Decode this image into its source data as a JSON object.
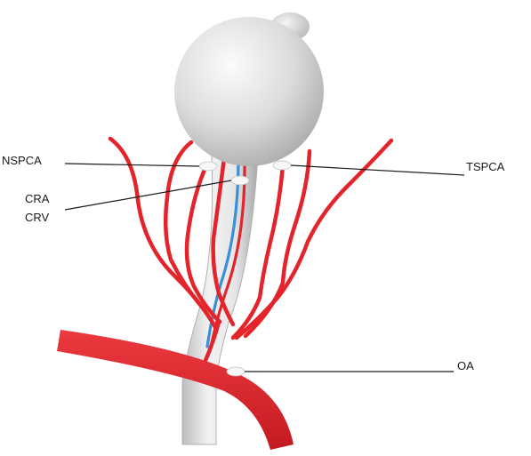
{
  "labels": {
    "nspca": "NSPCA",
    "cra": "CRA",
    "crv": "CRV",
    "tspca": "TSPCA",
    "oa": "OA"
  },
  "colors": {
    "artery": "#e3242b",
    "vein": "#3a8fd6",
    "nerve": "#e2e2e4",
    "globe": "#d9d9d9",
    "leader": "#1a1a1a"
  }
}
